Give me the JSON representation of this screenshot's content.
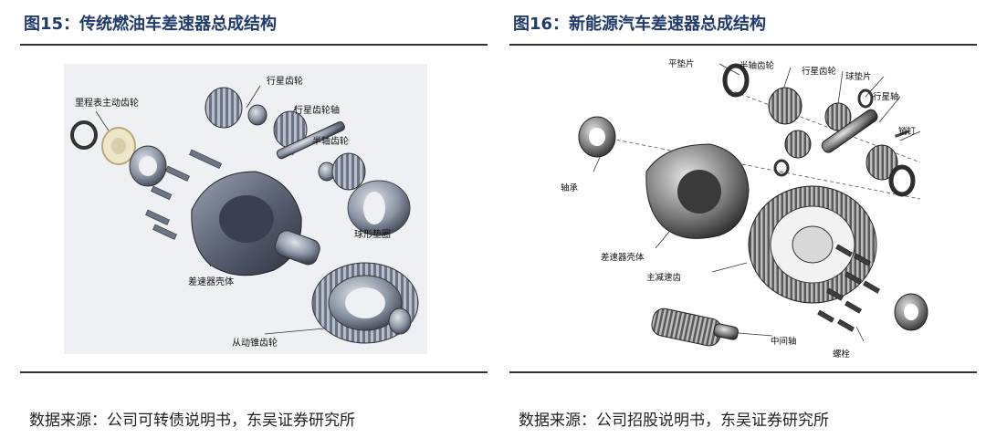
{
  "left": {
    "title": "图15：传统燃油车差速器总成结构",
    "labels": {
      "speedometer_gear": "里程表主动齿轮",
      "planet_gear": "行星齿轮",
      "planet_gear_shaft": "行星齿轮轴",
      "side_gear": "半轴齿轮",
      "spherical_washer": "球形垫圈",
      "diff_housing": "差速器壳体",
      "driven_bevel_gear": "从动锥齿轮"
    },
    "source": "数据来源：公司可转债说明书，东吴证券研究所"
  },
  "right": {
    "title": "图16：新能源汽车差速器总成结构",
    "labels": {
      "flat_washer": "平垫片",
      "side_gear": "半轴齿轮",
      "planet_gear": "行星齿轮",
      "spherical_washer": "球垫片",
      "planet_shaft": "行星轴",
      "pin": "销钉",
      "bearing": "轴承",
      "diff_housing": "差速器壳体",
      "main_reduction_gear": "主减速齿",
      "intermediate_shaft": "中间轴",
      "bolt": "螺栓"
    },
    "source": "数据来源：公司招股说明书，东吴证券研究所"
  }
}
